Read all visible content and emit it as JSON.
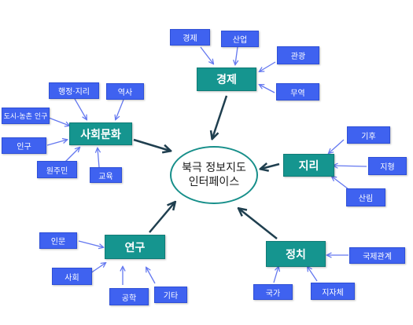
{
  "center": {
    "line1": "북극 정보지도",
    "line2": "인터페이스"
  },
  "colors": {
    "main": "#15958f",
    "sub": "#3f62f0",
    "arrow": "#6478f0",
    "main_arrow": "#1f3f4f"
  },
  "categories": {
    "economy": {
      "label": "경제",
      "items": [
        "경제",
        "산업",
        "관광",
        "무역"
      ]
    },
    "society": {
      "label": "사회문화",
      "items": [
        "행정·지리",
        "역사",
        "도시-농촌 인구",
        "인구",
        "원주민",
        "교육"
      ]
    },
    "geography": {
      "label": "지리",
      "items": [
        "기후",
        "지형",
        "산림"
      ]
    },
    "politics": {
      "label": "정치",
      "items": [
        "국제관계",
        "국가",
        "지자체"
      ]
    },
    "research": {
      "label": "연구",
      "items": [
        "인문",
        "사회",
        "공학",
        "기타"
      ]
    }
  }
}
